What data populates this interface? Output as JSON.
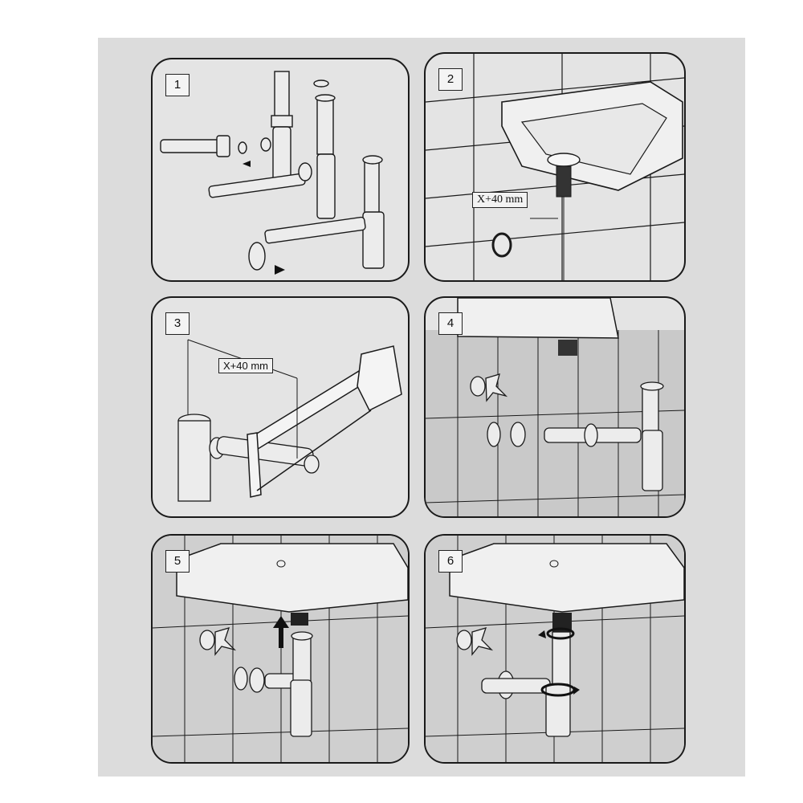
{
  "panels": [
    {
      "number": "1"
    },
    {
      "number": "2",
      "dimension": "X+40 mm"
    },
    {
      "number": "3",
      "dimension": "X+40 mm"
    },
    {
      "number": "4"
    },
    {
      "number": "5"
    },
    {
      "number": "6"
    }
  ],
  "colors": {
    "sheet": "#dcdcdc",
    "line": "#1a1a1a",
    "panel_bg": "#e4e4e4",
    "arrow": "#111111"
  }
}
